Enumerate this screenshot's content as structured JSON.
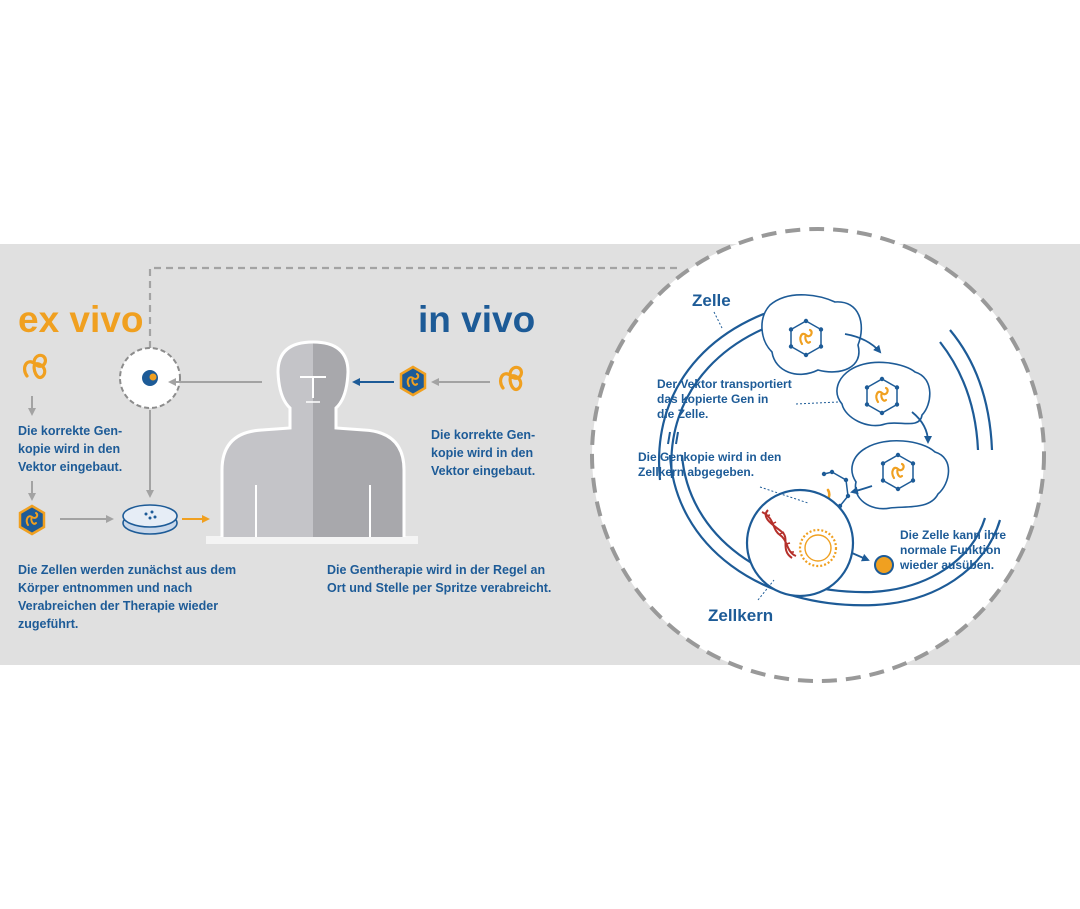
{
  "colors": {
    "background_band": "#e0e0e0",
    "blue": "#1d5b97",
    "orange": "#f0a020",
    "gray_arrow": "#a3a3a3",
    "silhouette_light": "#c4c4c8",
    "silhouette_dark": "#a8a8ac",
    "dna_red": "#b5302b"
  },
  "ex_vivo": {
    "title": "ex vivo",
    "step1_text": "Die korrekte Gen-\nkopie wird in den\nVektor eingebaut.",
    "step2_text": "Die Zellen werden zunächst aus dem\nKörper entnommen und nach\nVerabreichen der Therapie wieder\nzugeführt."
  },
  "in_vivo": {
    "title": "in vivo",
    "step1_text": "Die korrekte Gen-\nkopie wird in den\nVektor eingebaut.",
    "step2_text": "Die Gentherapie wird in der Regel an\nOrt und Stelle per Spritze verabreicht."
  },
  "zoom": {
    "label_cell": "Zelle",
    "label_nucleus": "Zellkern",
    "text_transport": "Der Vektor transportiert\ndas kopierte Gen in\ndie Zelle.",
    "text_release": "Die Genkopie wird in den\nZellkern abgegeben.",
    "text_function": "Die Zelle kann ihre\nnormale Funktion\nwieder ausüben."
  },
  "icons": [
    "gene-copy-icon",
    "vector-icon",
    "cell-icon",
    "petri-dish-icon",
    "human-silhouette",
    "dna-icon",
    "protein-icon"
  ]
}
